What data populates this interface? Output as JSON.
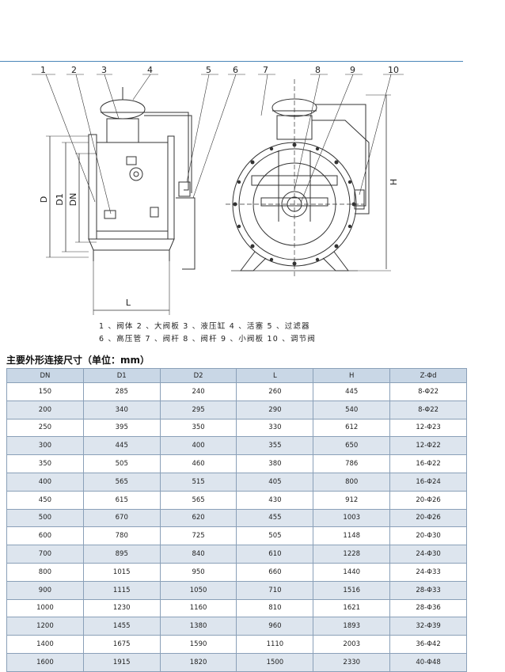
{
  "drawing": {
    "part_numbers": [
      "1",
      "2",
      "3",
      "4",
      "5",
      "6",
      "7",
      "8",
      "9",
      "10"
    ],
    "dimension_labels": {
      "d": "D",
      "d1": "D1",
      "dn": "DN",
      "l": "L",
      "h": "H"
    }
  },
  "caption": {
    "line1": "1 、阀体 2 、大阀板 3 、液压缸 4 、活塞 5 、过滤器",
    "line2": "6 、高压管 7 、阀杆 8 、阀杆 9 、小阀板 10 、调节阀"
  },
  "table": {
    "title": "主要外形连接尺寸（单位：mm）",
    "headers": [
      "DN",
      "D1",
      "D2",
      "L",
      "H",
      "Z-Φd"
    ],
    "rows": [
      [
        "150",
        "285",
        "240",
        "260",
        "445",
        "8-Φ22"
      ],
      [
        "200",
        "340",
        "295",
        "290",
        "540",
        "8-Φ22"
      ],
      [
        "250",
        "395",
        "350",
        "330",
        "612",
        "12-Φ23"
      ],
      [
        "300",
        "445",
        "400",
        "355",
        "650",
        "12-Φ22"
      ],
      [
        "350",
        "505",
        "460",
        "380",
        "786",
        "16-Φ22"
      ],
      [
        "400",
        "565",
        "515",
        "405",
        "800",
        "16-Φ24"
      ],
      [
        "450",
        "615",
        "565",
        "430",
        "912",
        "20-Φ26"
      ],
      [
        "500",
        "670",
        "620",
        "455",
        "1003",
        "20-Φ26"
      ],
      [
        "600",
        "780",
        "725",
        "505",
        "1148",
        "20-Φ30"
      ],
      [
        "700",
        "895",
        "840",
        "610",
        "1228",
        "24-Φ30"
      ],
      [
        "800",
        "1015",
        "950",
        "660",
        "1440",
        "24-Φ33"
      ],
      [
        "900",
        "1115",
        "1050",
        "710",
        "1516",
        "28-Φ33"
      ],
      [
        "1000",
        "1230",
        "1160",
        "810",
        "1621",
        "28-Φ36"
      ],
      [
        "1200",
        "1455",
        "1380",
        "960",
        "1893",
        "32-Φ39"
      ],
      [
        "1400",
        "1675",
        "1590",
        "1110",
        "2003",
        "36-Φ42"
      ],
      [
        "1600",
        "1915",
        "1820",
        "1500",
        "2330",
        "40-Φ48"
      ]
    ]
  }
}
